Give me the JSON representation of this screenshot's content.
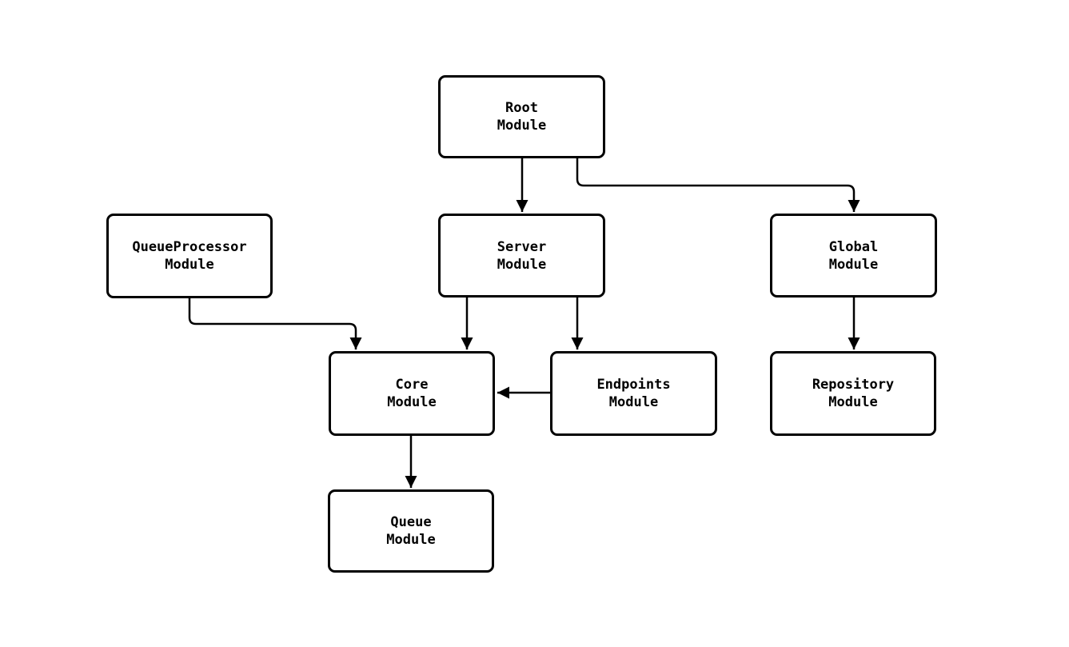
{
  "diagram": {
    "type": "module-dependency-flowchart",
    "background_color": "#ffffff",
    "node_fill_color": "#ffffff",
    "node_border_color": "#000000",
    "edge_color": "#000000",
    "text_color": "#000000",
    "nodes": [
      {
        "id": "root",
        "label": "Root\nModule"
      },
      {
        "id": "queueprocessor",
        "label": "QueueProcessor\nModule"
      },
      {
        "id": "server",
        "label": "Server\nModule"
      },
      {
        "id": "global",
        "label": "Global\nModule"
      },
      {
        "id": "core",
        "label": "Core\nModule"
      },
      {
        "id": "endpoints",
        "label": "Endpoints\nModule"
      },
      {
        "id": "repository",
        "label": "Repository\nModule"
      },
      {
        "id": "queue",
        "label": "Queue\nModule"
      }
    ],
    "edges": [
      {
        "from": "Root Module",
        "to": "Server Module"
      },
      {
        "from": "Root Module",
        "to": "Global Module"
      },
      {
        "from": "QueueProcessor Module",
        "to": "Core Module"
      },
      {
        "from": "Server Module",
        "to": "Core Module"
      },
      {
        "from": "Server Module",
        "to": "Endpoints Module"
      },
      {
        "from": "Endpoints Module",
        "to": "Core Module"
      },
      {
        "from": "Global Module",
        "to": "Repository Module"
      },
      {
        "from": "Core Module",
        "to": "Queue Module"
      }
    ]
  }
}
